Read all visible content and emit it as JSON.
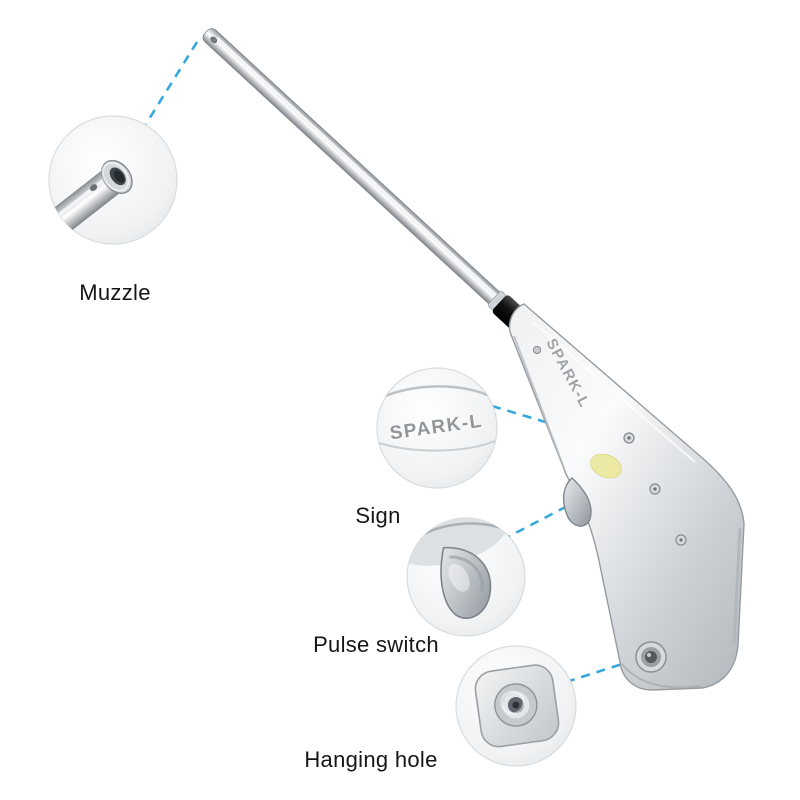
{
  "image_type": "annotated-product-diagram",
  "product": {
    "name_on_body": "SPARK-L"
  },
  "callouts": [
    {
      "id": "muzzle",
      "label": "Muzzle"
    },
    {
      "id": "sign",
      "label": "Sign",
      "detail_text": "SPARK-L"
    },
    {
      "id": "pulse-switch",
      "label": "Pulse switch"
    },
    {
      "id": "hanging-hole",
      "label": "Hanging hole"
    }
  ],
  "colors": {
    "background": "#ffffff",
    "callout_line": "#35a7dd",
    "label_text": "#161616",
    "collar_black": "#0d0d0d",
    "metal_light": "#f4f6f7",
    "metal_dark": "#9aa0a6",
    "sticker_yellow": "#ece9a0"
  }
}
